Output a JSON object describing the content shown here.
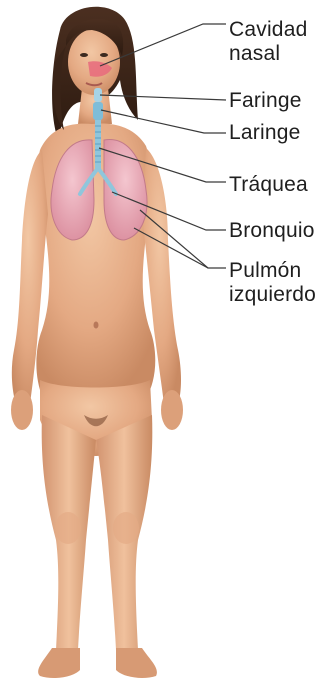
{
  "labels": {
    "nasal_cavity": [
      "Cavidad",
      "nasal"
    ],
    "pharynx": "Faringe",
    "larynx": "Laringe",
    "trachea": "Tráquea",
    "bronchus": "Bronquio",
    "left_lung": [
      "Pulmón",
      "izquierdo"
    ]
  },
  "colors": {
    "skin": "#e8b48e",
    "skin_shadow": "#c98a63",
    "hair": "#3a2418",
    "lung": "#e8a8b4",
    "airway": "#8fc6dc",
    "nasal_highlight": "#e76a7c",
    "leader_line": "#3a3a3a"
  }
}
